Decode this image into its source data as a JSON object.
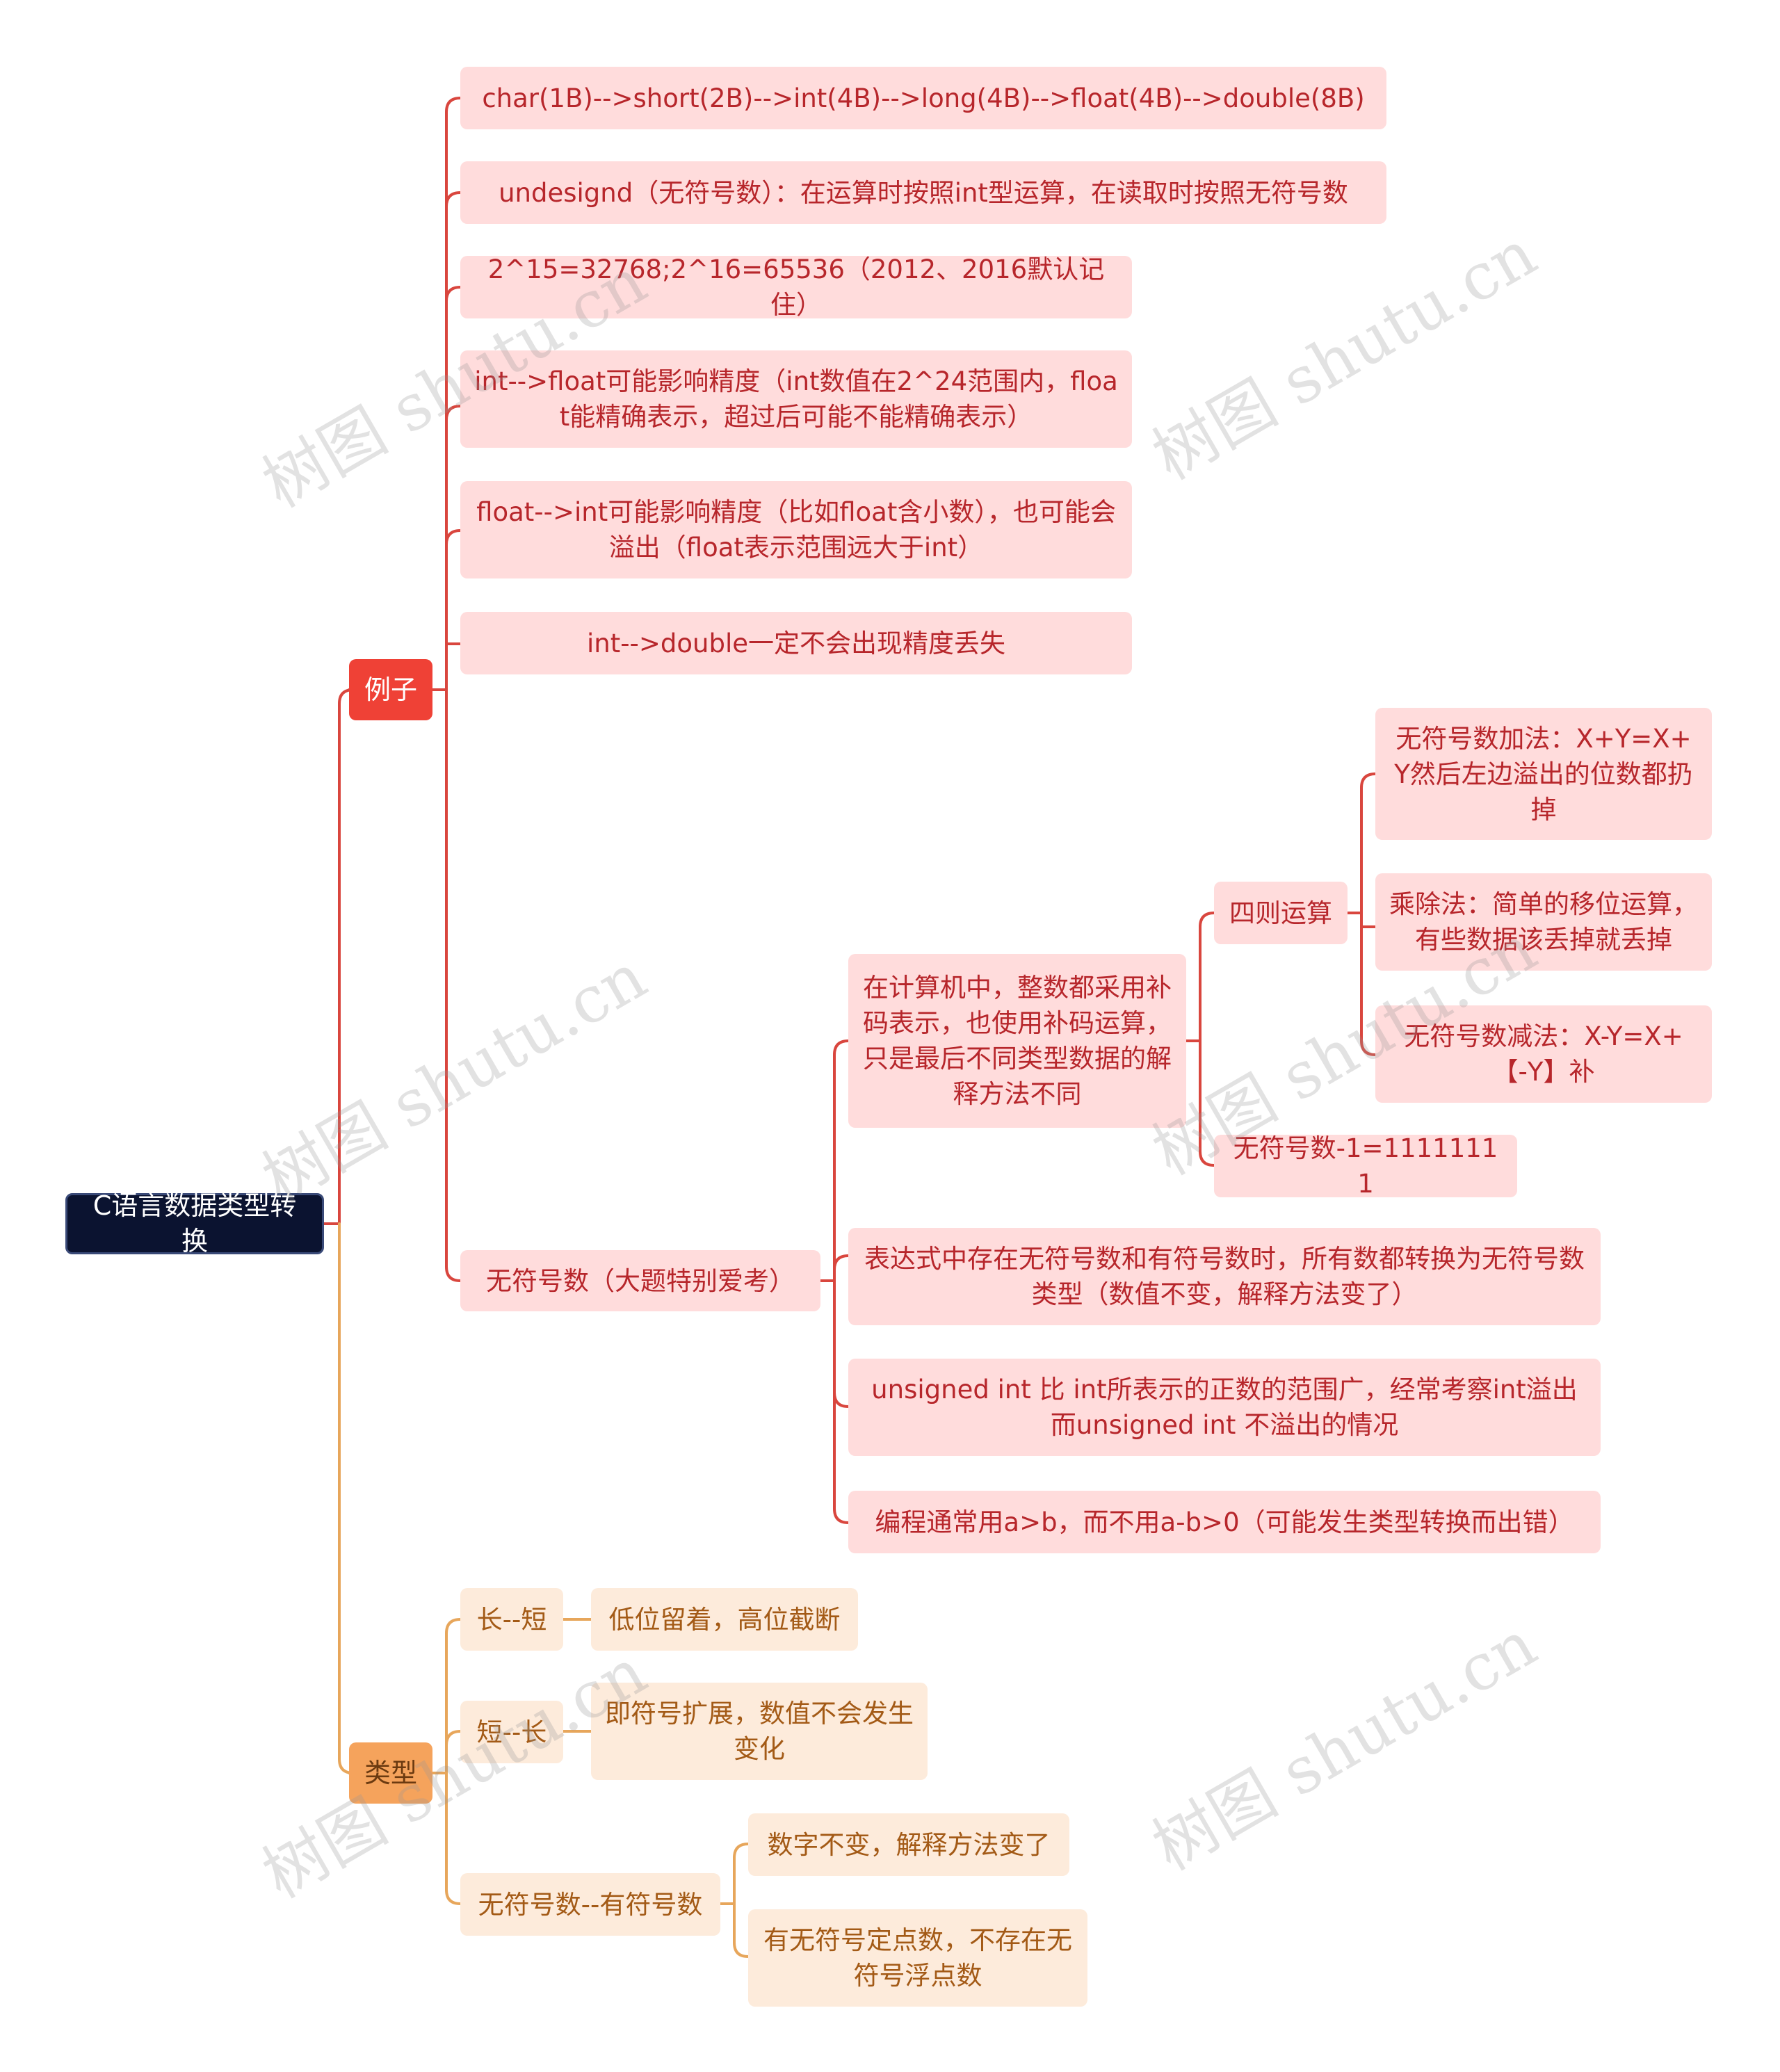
{
  "root": {
    "label": "C语言数据类型转换"
  },
  "watermark": "树图 shutu.cn",
  "colors": {
    "red_branch": "#d9463e",
    "orange_branch": "#e7a65b",
    "red_node_bg": "#ffdcdc",
    "orange_node_bg": "#fdebdb"
  },
  "examples": {
    "label": "例子",
    "items": [
      "char(1B)-->short(2B)-->int(4B)-->long(4B)-->float(4B)-->double(8B)",
      "undesignd（无符号数）：在运算时按照int型运算，在读取时按照无符号数",
      "2^15=32768;2^16=65536（2012、2016默认记住）",
      "int-->float可能影响精度（int数值在2^24范围内，float能精确表示，超过后可能不能精确表示）",
      "float-->int可能影响精度（比如float含小数），也可能会溢出（float表示范围远大于int）",
      "int-->double一定不会出现精度丢失"
    ],
    "unsigned": {
      "label": "无符号数（大题特别爱考）",
      "complement": {
        "label": "在计算机中，整数都采用补码表示，也使用补码运算，只是最后不同类型数据的解释方法不同",
        "arith": {
          "label": "四则运算",
          "items": [
            "无符号数加法：X+Y=X+Y然后左边溢出的位数都扔掉",
            "乘除法：简单的移位运算，有些数据该丢掉就丢掉",
            "无符号数减法：X-Y=X+【-Y】补"
          ]
        },
        "minus_one": "无符号数-1=11111111"
      },
      "items": [
        "表达式中存在无符号数和有符号数时，所有数都转换为无符号数类型（数值不变，解释方法变了）",
        "unsigned int 比 int所表示的正数的范围广，经常考察int溢出而unsigned int 不溢出的情况",
        "编程通常用a>b，而不用a-b>0（可能发生类型转换而出错）"
      ]
    }
  },
  "types": {
    "label": "类型",
    "long_short": {
      "label": "长--短",
      "detail": "低位留着，高位截断"
    },
    "short_long": {
      "label": "短--长",
      "detail": "即符号扩展，数值不会发生变化"
    },
    "unsigned_signed": {
      "label": "无符号数--有符号数",
      "items": [
        "数字不变，解释方法变了",
        "有无符号定点数，不存在无符号浮点数"
      ]
    }
  }
}
